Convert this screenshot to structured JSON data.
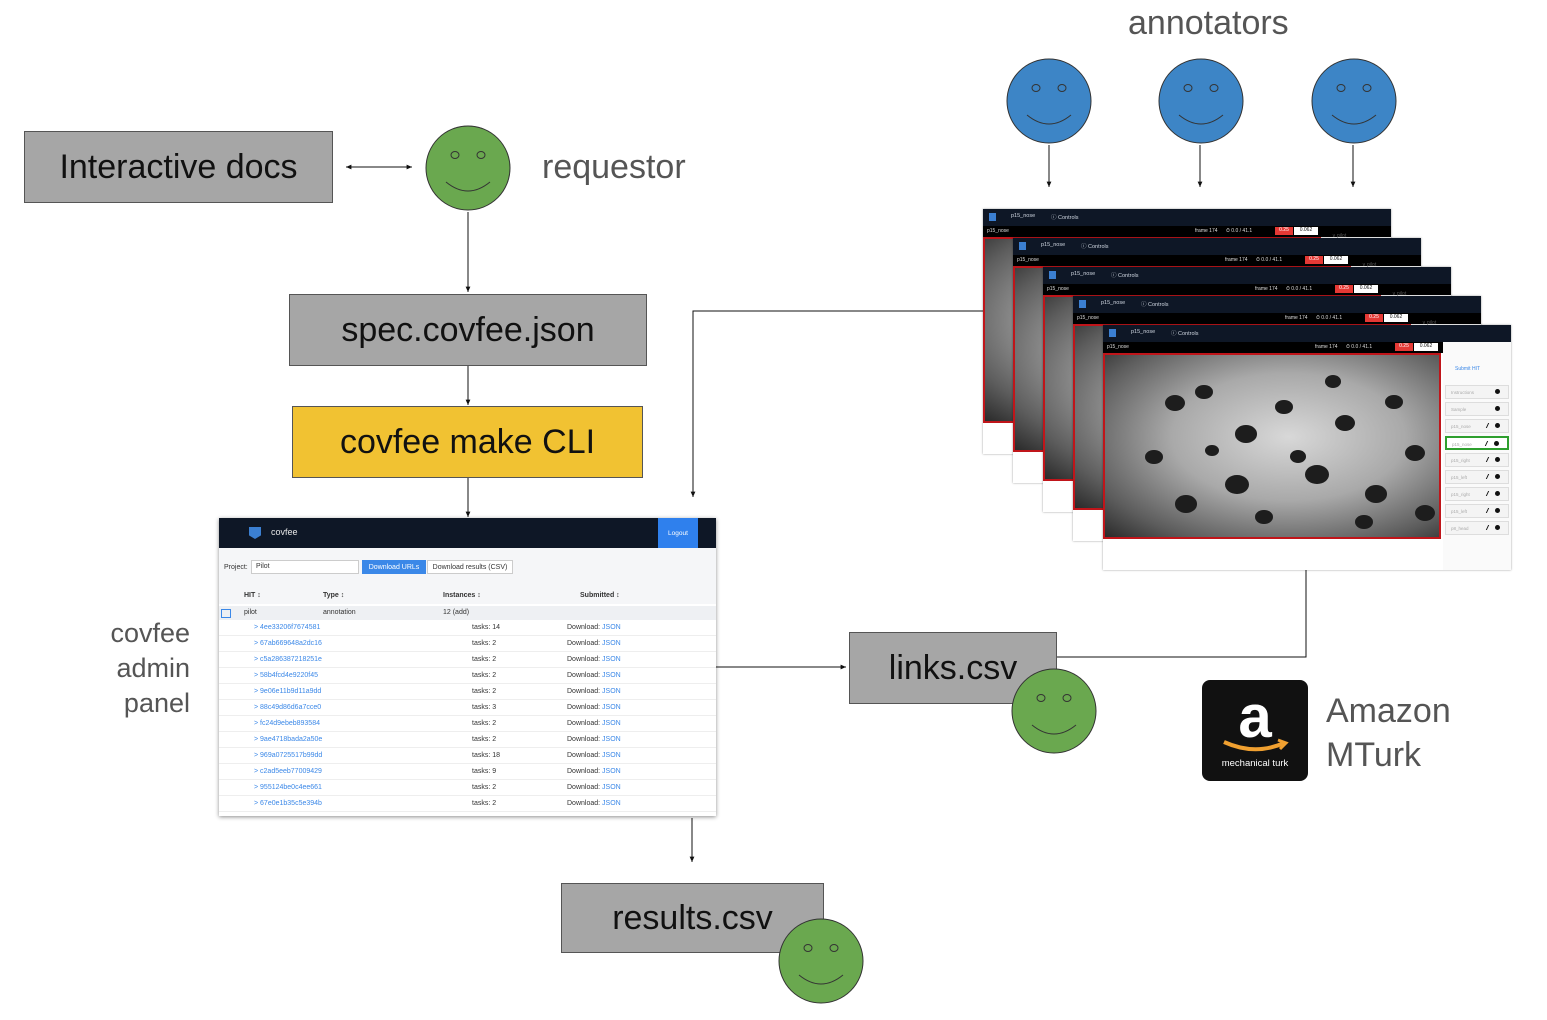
{
  "labels": {
    "annotators": "annotators",
    "requestor": "requestor",
    "admin_panel": [
      "covfee",
      "admin",
      "panel"
    ],
    "mturk": [
      "Amazon",
      "MTurk"
    ]
  },
  "boxes": {
    "interactive_docs": "Interactive docs",
    "spec": "spec.covfee.json",
    "make_cli": "covfee make CLI",
    "links": "links.csv",
    "results": "results.csv"
  },
  "admin": {
    "brand": "covfee",
    "logout": "Logout",
    "project_label": "Project:",
    "project_value": "Pilot",
    "download_urls": "Download URLs",
    "download_results": "Download results (CSV)",
    "columns": [
      "HIT ↕",
      "Type ↕",
      "Instances ↕",
      "Submitted ↕"
    ],
    "pilot_row": {
      "hit": "pilot",
      "type": "annotation",
      "instances": "12 (add)"
    },
    "rows": [
      {
        "id": "> 4ee33206f7674581",
        "tasks": "tasks: 14",
        "download": "Download: ",
        "json": "JSON"
      },
      {
        "id": "> 67ab669648a2dc16",
        "tasks": "tasks: 2",
        "download": "Download: ",
        "json": "JSON"
      },
      {
        "id": "> c5a286387218251e",
        "tasks": "tasks: 2",
        "download": "Download: ",
        "json": "JSON"
      },
      {
        "id": "> 58b4fcd4e9220f45",
        "tasks": "tasks: 2",
        "download": "Download: ",
        "json": "JSON"
      },
      {
        "id": "> 9e06e11b9d11a9dd",
        "tasks": "tasks: 2",
        "download": "Download: ",
        "json": "JSON"
      },
      {
        "id": "> 88c49d86d6a7cce0",
        "tasks": "tasks: 3",
        "download": "Download: ",
        "json": "JSON"
      },
      {
        "id": "> fc24d9ebeb893584",
        "tasks": "tasks: 2",
        "download": "Download: ",
        "json": "JSON"
      },
      {
        "id": "> 9ae4718bada2a50e",
        "tasks": "tasks: 2",
        "download": "Download: ",
        "json": "JSON"
      },
      {
        "id": "> 969a0725517b99dd",
        "tasks": "tasks: 18",
        "download": "Download: ",
        "json": "JSON"
      },
      {
        "id": "> c2ad5eeb77009429",
        "tasks": "tasks: 9",
        "download": "Download: ",
        "json": "JSON"
      },
      {
        "id": "> 955124be0c4ee661",
        "tasks": "tasks: 2",
        "download": "Download: ",
        "json": "JSON"
      },
      {
        "id": "> 67e0e1b35c5e394b",
        "tasks": "tasks: 2",
        "download": "Download: ",
        "json": "JSON"
      }
    ]
  },
  "annot_ui": {
    "title": "p15_nose",
    "controls": "ⓘ Controls",
    "subtitle": "p15_nose",
    "frame": "frame 174",
    "time": "⏱ 0.0 / 41.1",
    "speed": "0.25",
    "value": "0.062",
    "plot": "∨  pilot",
    "submit": "Submit HIT",
    "items": [
      "Instructions",
      "Sample",
      "p15_nose",
      "p15_nose",
      "p15_right",
      "p15_left",
      "p15_right",
      "p15_left",
      "p8_head"
    ]
  },
  "mturk_logo": {
    "letter": "a",
    "caption": "mechanical turk"
  },
  "colors": {
    "face_green": "#6aa84f",
    "face_blue": "#3d85c6",
    "box_gray": "#a6a6a6",
    "box_yellow": "#f1c232",
    "accent_blue": "#3b88e8",
    "selection_green": "#2e9f2e",
    "video_border_red": "#c0151a"
  }
}
